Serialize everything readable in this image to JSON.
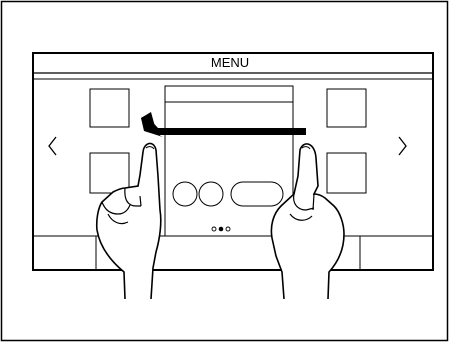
{
  "header": {
    "title": "MENU"
  },
  "nav": {
    "left_chevron": "<",
    "right_chevron": ">"
  },
  "icons": {
    "left_hand": "pointing-hand-icon",
    "right_hand": "pointing-hand-icon",
    "swipe_arrow": "swipe-left-arrow-icon"
  },
  "pagination": {
    "pages": 3,
    "current": 2
  },
  "colors": {
    "stroke": "#000000",
    "background": "#ffffff"
  }
}
